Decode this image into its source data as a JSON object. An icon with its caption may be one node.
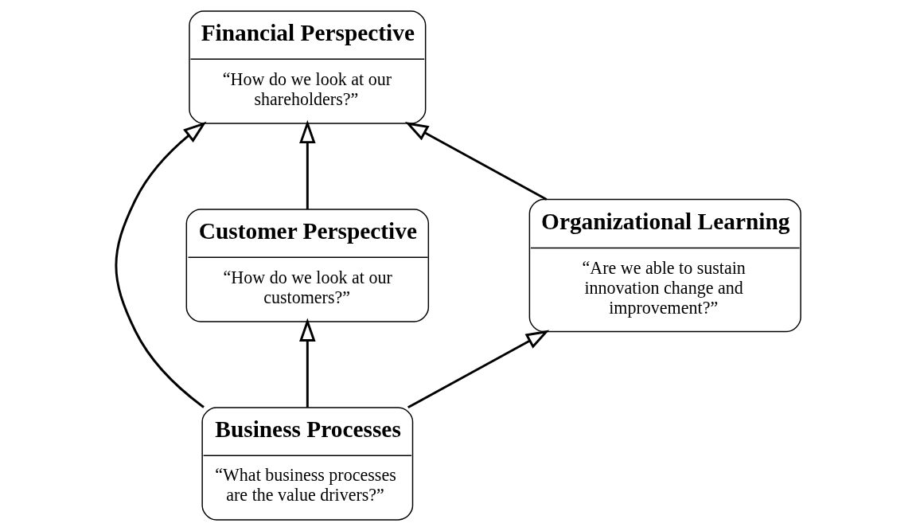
{
  "diagram": {
    "nodes": [
      {
        "text": [
          "Financial Perspective",
          "“How do we look at our shareholders?”"
        ]
      },
      {
        "text": [
          "Customer Perspective",
          "“How do we look at our customers?”"
        ]
      },
      {
        "text": [
          "Organizational Learning",
          "“Are we able to sustain innovation change and improvement?”"
        ]
      },
      {
        "text": [
          "Business Processes",
          "“What business processes are the value drivers?”"
        ]
      }
    ],
    "edges": [
      {
        "from": 1,
        "to": 0,
        "arrow": "to"
      },
      {
        "from": 3,
        "to": 0,
        "arrow": "to"
      },
      {
        "from": 2,
        "to": 0,
        "arrow": "to"
      },
      {
        "from": 3,
        "to": 1,
        "arrow": "to"
      },
      {
        "from": 3,
        "to": 2,
        "arrow": "to"
      }
    ]
  }
}
